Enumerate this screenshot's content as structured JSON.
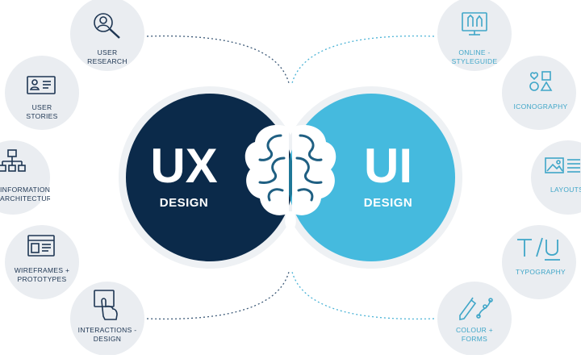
{
  "ux": {
    "title": "UX",
    "subtitle": "DESIGN",
    "items": [
      {
        "icon": "user-search-icon",
        "line1": "USER",
        "line2": "RESEARCH"
      },
      {
        "icon": "user-card-icon",
        "line1": "USER",
        "line2": "STORIES"
      },
      {
        "icon": "sitemap-icon",
        "line1": "INFORMATION -",
        "line2": "ARCHITECTURE"
      },
      {
        "icon": "browser-window-icon",
        "line1": "WIREFRAMES +",
        "line2": "PROTOTYPES"
      },
      {
        "icon": "hand-pointer-icon",
        "line1": "INTERACTIONS -",
        "line2": "DESIGN"
      }
    ]
  },
  "ui": {
    "title": "UI",
    "subtitle": "DESIGN",
    "items": [
      {
        "icon": "monitor-pens-icon",
        "line1": "ONLINE -",
        "line2": "STYLEGUIDE"
      },
      {
        "icon": "shapes-icon",
        "line1": "ICONOGRAPHY",
        "line2": ""
      },
      {
        "icon": "image-text-icon",
        "line1": "LAYOUTS",
        "line2": ""
      },
      {
        "icon": "text-format-icon",
        "line1": "TYPOGRAPHY",
        "line2": ""
      },
      {
        "icon": "color-picker-icon",
        "line1": "COLOUR +",
        "line2": "FORMS"
      }
    ]
  },
  "colors": {
    "ux_dark": "#0b2a4a",
    "ui_blue": "#45bade",
    "node_fill": "#eaedf1",
    "icon_dark": "#1d3552",
    "icon_blue": "#3fa6c8"
  }
}
